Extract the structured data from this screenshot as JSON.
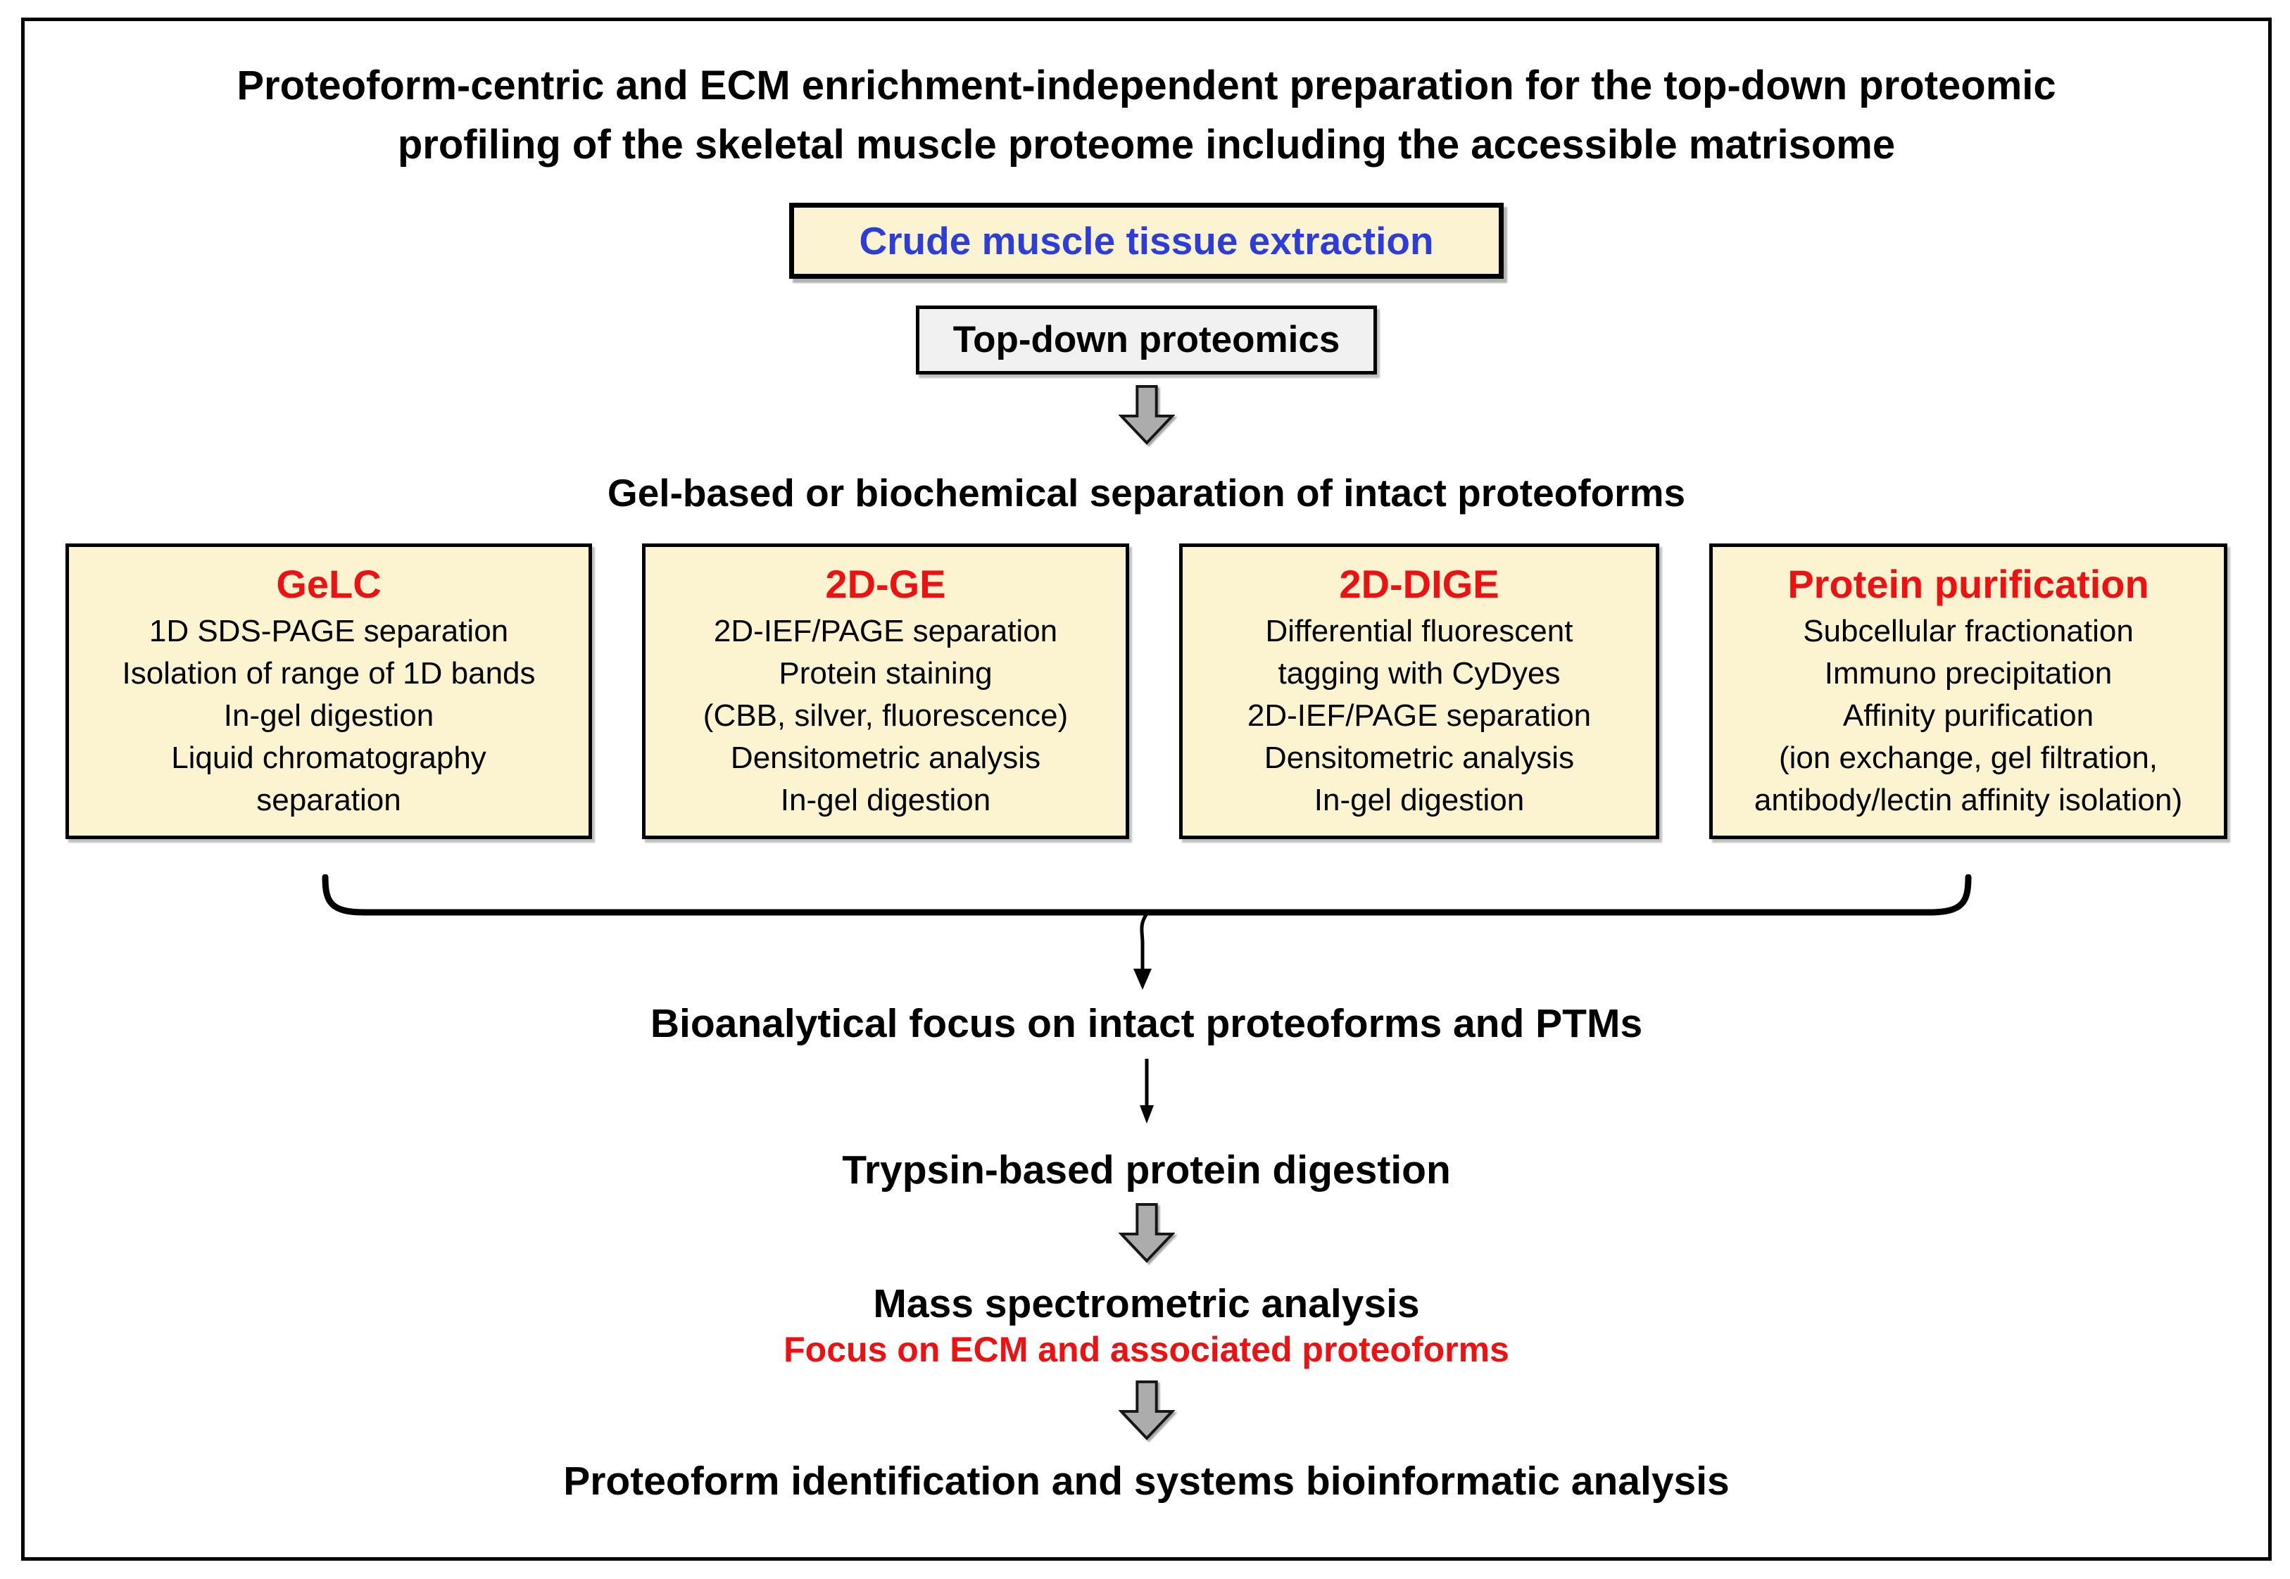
{
  "title": {
    "line1": "Proteoform-centric and ECM enrichment-independent preparation for the top-down proteomic",
    "line2": "profiling of the skeletal muscle proteome including the accessible matrisome"
  },
  "nodes": {
    "crude_extraction": "Crude muscle tissue extraction",
    "top_down_proteomics": "Top-down proteomics",
    "separation_heading": "Gel-based or biochemical separation of intact proteoforms",
    "bioanalytical": "Bioanalytical focus on intact proteoforms and PTMs",
    "trypsin": "Trypsin-based protein digestion",
    "mass_spec": "Mass spectrometric analysis",
    "ecm_focus": "Focus on ECM and associated proteoforms",
    "final": "Proteoform identification and systems bioinformatic analysis"
  },
  "methods": [
    {
      "title": "GeLC",
      "lines": [
        "1D SDS-PAGE separation",
        "Isolation of range of 1D bands",
        "In-gel digestion",
        "Liquid chromatography",
        "separation"
      ]
    },
    {
      "title": "2D-GE",
      "lines": [
        "2D-IEF/PAGE separation",
        "Protein staining",
        "(CBB, silver, fluorescence)",
        "Densitometric analysis",
        "In-gel digestion"
      ]
    },
    {
      "title": "2D-DIGE",
      "lines": [
        "Differential fluorescent",
        "tagging with CyDyes",
        "2D-IEF/PAGE separation",
        "Densitometric analysis",
        "In-gel digestion"
      ]
    },
    {
      "title": "Protein purification",
      "lines": [
        "Subcellular fractionation",
        "Immuno precipitation",
        "Affinity purification",
        "(ion exchange, gel filtration,",
        "antibody/lectin affinity isolation)"
      ]
    }
  ],
  "icons": {
    "block_arrow": "block-arrow-down-icon",
    "merge_bracket": "merge-bracket-arrow-icon",
    "thin_arrow": "arrow-down-icon"
  },
  "colors": {
    "accent_red": "#ee1111",
    "accent_blue": "#2d3ed8",
    "cream_fill": "#fcf3d0",
    "gray_fill": "#f1f1f1",
    "arrow_gray": "#acacac",
    "border": "#000000"
  }
}
